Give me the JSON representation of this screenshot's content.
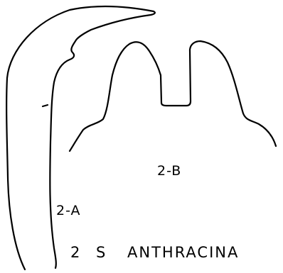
{
  "figure": {
    "label_a": "2-A",
    "label_b": "2-B",
    "caption": {
      "number": "2",
      "genus": "S",
      "species": "ANTHRACINA"
    }
  },
  "colors": {
    "background": "#ffffff",
    "ink": "#000000"
  }
}
